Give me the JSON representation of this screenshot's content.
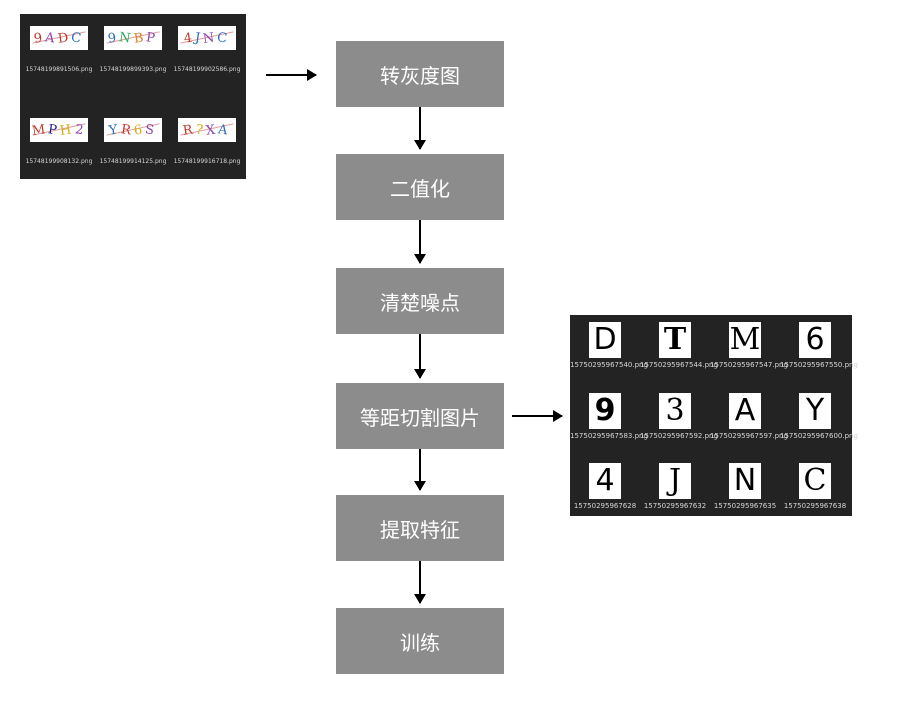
{
  "steps": [
    "转灰度图",
    "二值化",
    "清楚噪点",
    "等距切割图片",
    "提取特征",
    "训练"
  ],
  "captchas": [
    {
      "text": "9ADC",
      "file": "15748199891506.png",
      "colors": [
        "#c0392b",
        "#8e44ad",
        "#c0392b",
        "#2c6fb5"
      ]
    },
    {
      "text": "9NBP",
      "file": "15748199899393.png",
      "colors": [
        "#2c6fb5",
        "#27ae60",
        "#e67e22",
        "#8e44ad"
      ]
    },
    {
      "text": "4JNC",
      "file": "15748199902586.png",
      "colors": [
        "#c0392b",
        "#2c6fb5",
        "#8e44ad",
        "#2c6fb5"
      ]
    },
    {
      "text": "MPH2",
      "file": "15748199908132.png",
      "colors": [
        "#c0392b",
        "#1a1a8c",
        "#d4ac0d",
        "#8e44ad"
      ]
    },
    {
      "text": "YR6S",
      "file": "15748199914125.png",
      "colors": [
        "#2c6fb5",
        "#c0392b",
        "#d4ac0d",
        "#8e44ad"
      ]
    },
    {
      "text": "R?XA",
      "file": "15748199916718.png",
      "colors": [
        "#c0392b",
        "#d4ac0d",
        "#8e44ad",
        "#2c6fb5"
      ]
    }
  ],
  "segments": [
    {
      "char": "D",
      "file": "15750295967540.png",
      "style": "sans"
    },
    {
      "char": "T",
      "file": "15750295967544.png",
      "style": "serif bold"
    },
    {
      "char": "M",
      "file": "15750295967547.png",
      "style": "serif"
    },
    {
      "char": "6",
      "file": "15750295967550.png",
      "style": "sans"
    },
    {
      "char": "9",
      "file": "15750295967583.png",
      "style": "sans bold"
    },
    {
      "char": "3",
      "file": "15750295967592.png",
      "style": "serif"
    },
    {
      "char": "A",
      "file": "15750295967597.png",
      "style": "sans"
    },
    {
      "char": "Y",
      "file": "15750295967600.png",
      "style": "sans"
    },
    {
      "char": "4",
      "file": "15750295967628",
      "style": "sans"
    },
    {
      "char": "J",
      "file": "15750295967632",
      "style": "serif"
    },
    {
      "char": "N",
      "file": "15750295967635",
      "style": "sans"
    },
    {
      "char": "C",
      "file": "15750295967638",
      "style": "serif"
    }
  ],
  "colors": {
    "step_fill": "#8c8c8c",
    "step_text": "#ffffff",
    "panel_bg": "#232323",
    "arrow": "#000000"
  }
}
